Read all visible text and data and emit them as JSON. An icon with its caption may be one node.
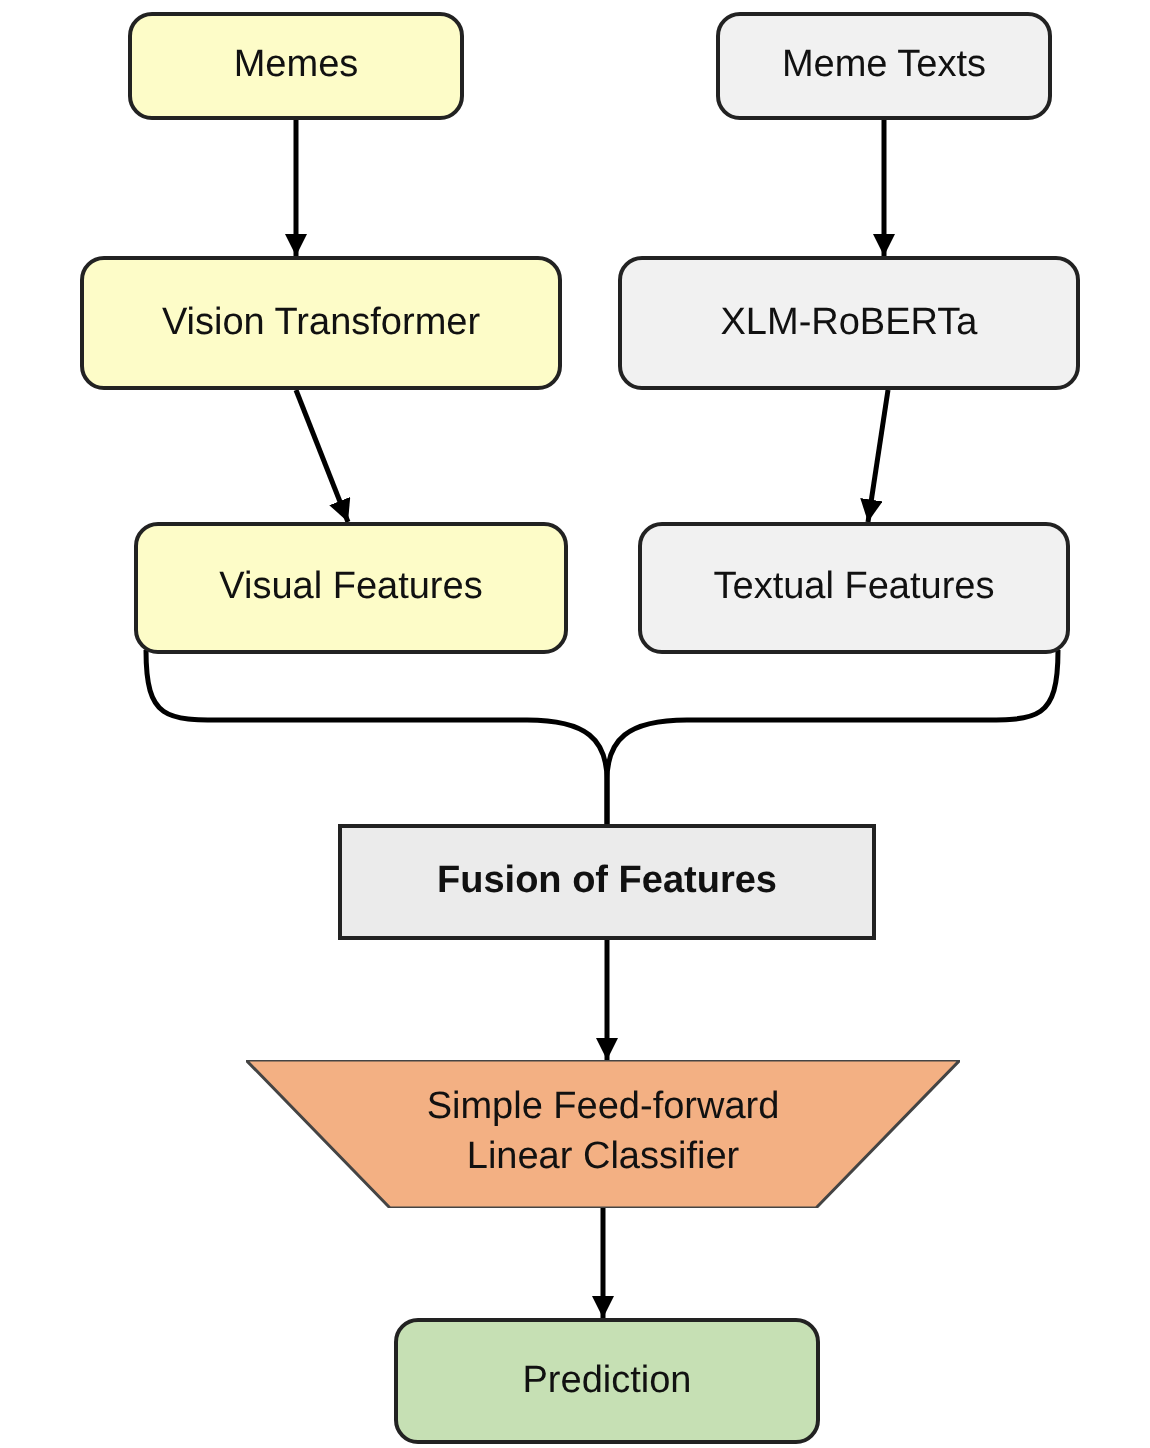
{
  "diagram": {
    "nodes": [
      {
        "text": [
          "Memes"
        ]
      },
      {
        "text": [
          "Meme Texts"
        ]
      },
      {
        "text": [
          "Vision Transformer"
        ]
      },
      {
        "text": [
          "XLM-RoBERTa"
        ]
      },
      {
        "text": [
          "Visual Features"
        ]
      },
      {
        "text": [
          "Textual Features"
        ]
      },
      {
        "text": [
          "Fusion of Features"
        ]
      },
      {
        "text": [
          "Simple Feed-forward Linear Classifier"
        ]
      },
      {
        "text": [
          "Prediction"
        ]
      }
    ],
    "edges": [
      {
        "from": 0,
        "to": 2,
        "arrow": "to"
      },
      {
        "from": 1,
        "to": 3,
        "arrow": "to"
      },
      {
        "from": 2,
        "to": 4,
        "arrow": "to"
      },
      {
        "from": 3,
        "to": 5,
        "arrow": "to"
      },
      {
        "from": 4,
        "to": 6,
        "arrow": "none"
      },
      {
        "from": 5,
        "to": 6,
        "arrow": "none"
      },
      {
        "from": 6,
        "to": 7,
        "arrow": "to"
      },
      {
        "from": 7,
        "to": 8,
        "arrow": "to"
      }
    ]
  }
}
